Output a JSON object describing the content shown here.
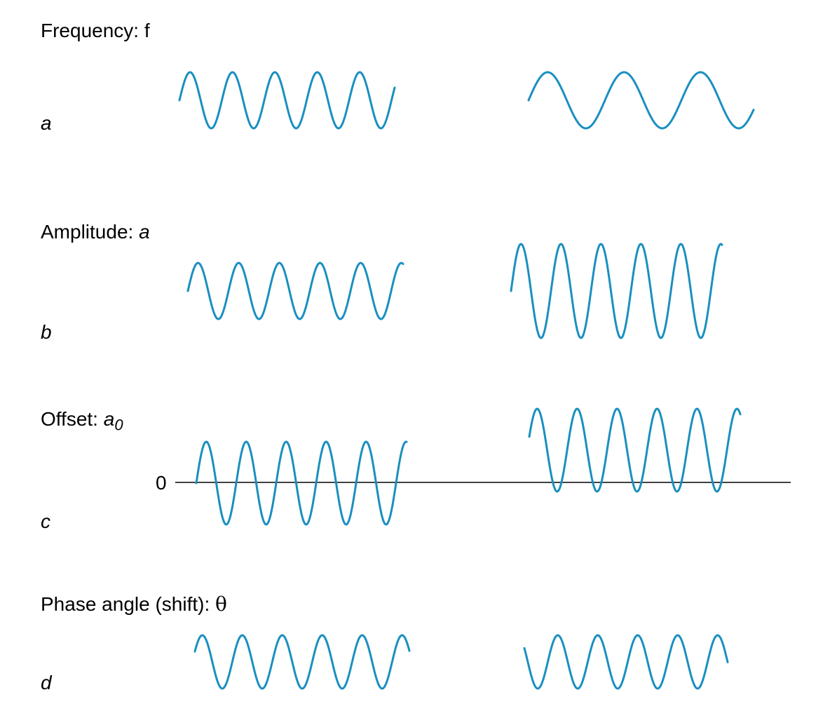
{
  "colors": {
    "wave": "#1a8fc0",
    "axis": "#000000"
  },
  "panels": [
    {
      "id": "a",
      "letter": "a",
      "title": "Frequency: ",
      "symbol": "f",
      "symbol_sub": ""
    },
    {
      "id": "b",
      "letter": "b",
      "title": "Amplitude: ",
      "symbol": "a",
      "symbol_sub": ""
    },
    {
      "id": "c",
      "letter": "c",
      "title": "Offset: ",
      "symbol": "a",
      "symbol_sub": "0",
      "axis_label": "0"
    },
    {
      "id": "d",
      "letter": "d",
      "title": "Phase angle (shift): ",
      "symbol": "θ",
      "symbol_sub": ""
    }
  ]
}
